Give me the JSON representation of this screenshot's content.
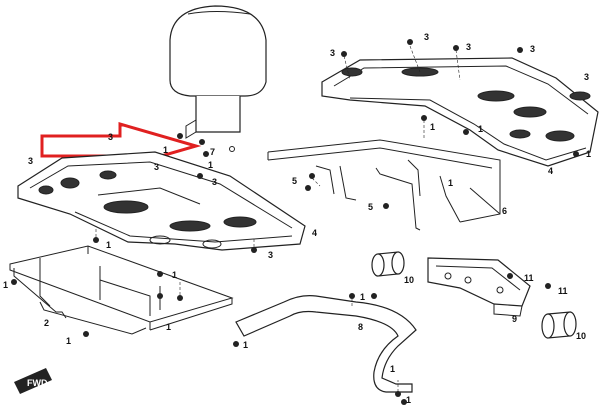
{
  "callouts": {
    "c1": "1",
    "c2": "2",
    "c3": "3",
    "c4": "4",
    "c5": "5",
    "c6": "6",
    "c7": "7",
    "c8": "8",
    "c9": "9",
    "c10": "10",
    "c11": "11"
  },
  "front_badge": "FWD",
  "colors": {
    "line": "#222222",
    "fill": "#ffffff",
    "arrow": "#e02020"
  }
}
